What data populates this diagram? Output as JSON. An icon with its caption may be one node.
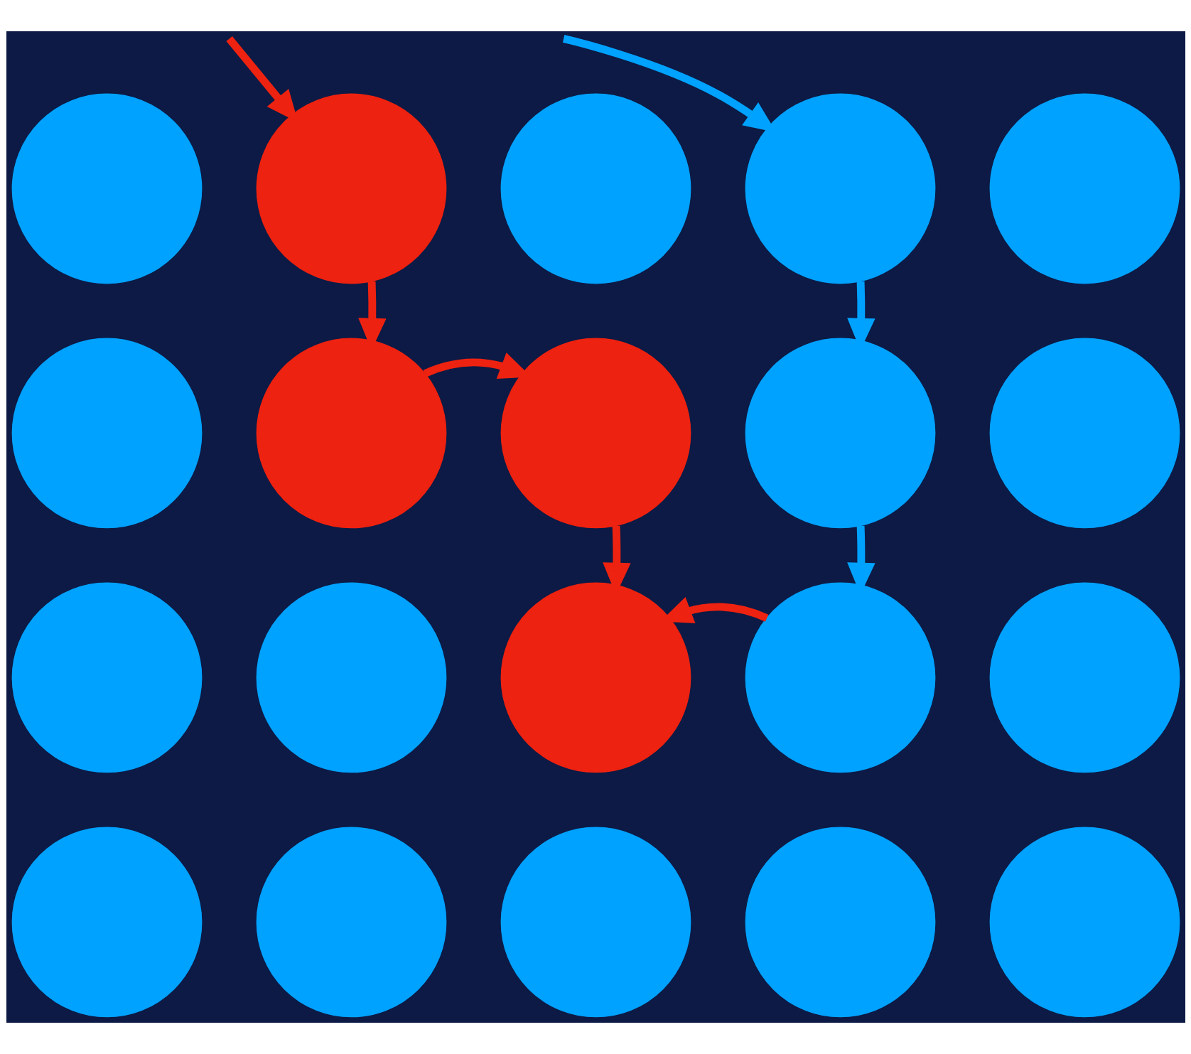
{
  "diagram": {
    "nodes": [
      {
        "text": [],
        "shape": "circle"
      },
      {
        "text": [],
        "shape": "circle"
      },
      {
        "text": [],
        "shape": "circle"
      },
      {
        "text": [],
        "shape": "circle"
      },
      {
        "text": [],
        "shape": "circle"
      },
      {
        "text": [],
        "shape": "circle"
      },
      {
        "text": [],
        "shape": "circle"
      },
      {
        "text": [],
        "shape": "circle"
      },
      {
        "text": [],
        "shape": "circle"
      },
      {
        "text": [],
        "shape": "circle"
      },
      {
        "text": [],
        "shape": "circle"
      },
      {
        "text": [],
        "shape": "circle"
      },
      {
        "text": [],
        "shape": "circle"
      },
      {
        "text": [],
        "shape": "circle"
      },
      {
        "text": [],
        "shape": "circle"
      },
      {
        "text": [],
        "shape": "circle"
      },
      {
        "text": [],
        "shape": "circle"
      },
      {
        "text": [],
        "shape": "circle"
      },
      {
        "text": [],
        "shape": "circle"
      },
      {
        "text": [],
        "shape": "circle"
      }
    ],
    "edges": [
      {
        "from": null,
        "to": 1,
        "arrow": "to"
      },
      {
        "from": null,
        "to": 3,
        "arrow": "to",
        "color": "#00a2ff"
      },
      {
        "from": 1,
        "to": 6,
        "arrow": "to"
      },
      {
        "from": 6,
        "to": 7,
        "arrow": "to"
      },
      {
        "from": 7,
        "to": 12,
        "arrow": "to"
      },
      {
        "from": 3,
        "to": 8,
        "arrow": "to",
        "color": "#00a2ff"
      },
      {
        "from": 8,
        "to": 13,
        "arrow": "to",
        "color": "#00a2ff"
      },
      {
        "from": 13,
        "to": 12,
        "arrow": "to"
      }
    ]
  }
}
